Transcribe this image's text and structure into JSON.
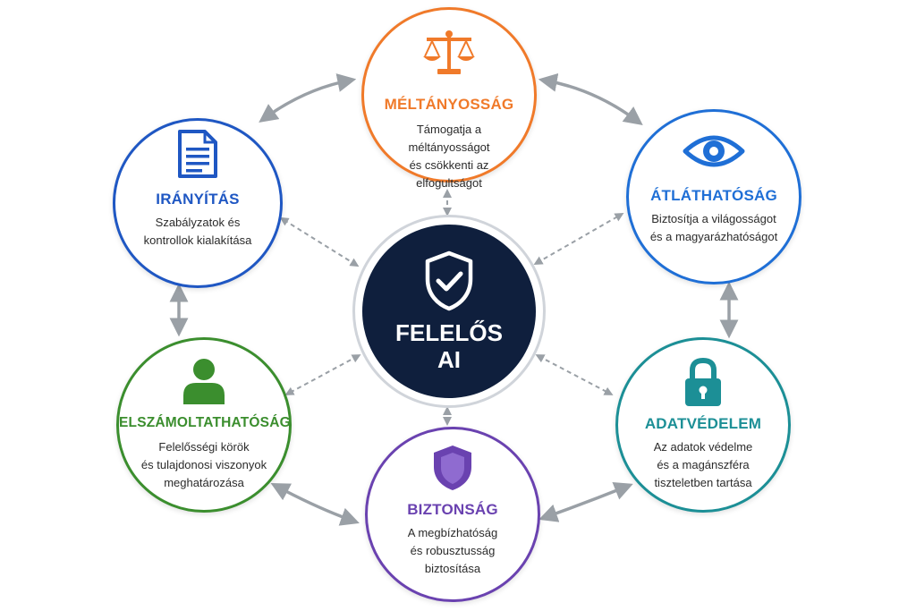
{
  "colors": {
    "fairness": "#f07a2a",
    "governance": "#1f57c3",
    "transparency": "#1f6fd6",
    "accountability": "#3b8e2e",
    "privacy": "#1c8f96",
    "security": "#6a42b0",
    "center": "#0f1f3d",
    "connector": "#9aa0a6"
  },
  "center": {
    "title": "FELELŐS\nAI",
    "icon": "shield-check-icon"
  },
  "nodes": {
    "fairness": {
      "title": "MÉLTÁNYOSSÁG",
      "description": "Támogatja a méltányosságot\nés csökkenti az elfogultságot",
      "icon": "scales-icon"
    },
    "governance": {
      "title": "IRÁNYÍTÁS",
      "description": "Szabályzatok és\nkontrollok kialakítása",
      "icon": "document-icon"
    },
    "transparency": {
      "title": "ÁTLÁTHATÓSÁG",
      "description": "Biztosítja a világosságot\nés a magyarázhatóságot",
      "icon": "eye-icon"
    },
    "accountability": {
      "title": "ELSZÁMOLTATHATÓSÁG",
      "description": "Felelősségi körök\nés tulajdonosi viszonyok\nmeghatározása",
      "icon": "person-icon"
    },
    "privacy": {
      "title": "ADATVÉDELEM",
      "description": "Az adatok védelme\nés a magánszféra\ntiszteletben tartása",
      "icon": "lock-icon"
    },
    "security": {
      "title": "BIZTONSÁG",
      "description": "A megbízhatóság\nés robusztusság\nbiztosítása",
      "icon": "shield-icon"
    }
  }
}
